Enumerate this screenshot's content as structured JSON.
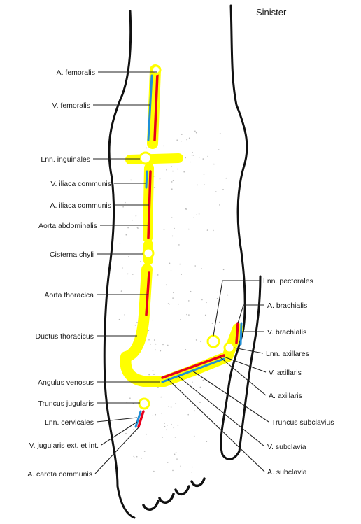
{
  "title": "Sinister",
  "colors": {
    "outline": "#111111",
    "highlight": "#ffff00",
    "artery": "#e8001c",
    "vein": "#1f8fd6",
    "leader": "#222222",
    "stipple": "#b8b8b8"
  },
  "left_labels": [
    "A. femoralis",
    "V. femoralis",
    "Lnn. inguinales",
    "V. iliaca communis",
    "A. iliaca communis",
    "Aorta abdominalis",
    "Cisterna chyli",
    "Aorta thoracica",
    "Ductus thoracicus",
    "Angulus venosus",
    "Truncus jugularis",
    "Lnn. cervicales",
    "V. jugularis ext. et int.",
    "A. carota communis"
  ],
  "right_labels": [
    "Lnn. pectorales",
    "A. brachialis",
    "V. brachialis",
    "Lnn. axillares",
    "V. axillaris",
    "A. axillaris",
    "Truncus subclavius",
    "V. subclavia",
    "A. subclavia"
  ]
}
